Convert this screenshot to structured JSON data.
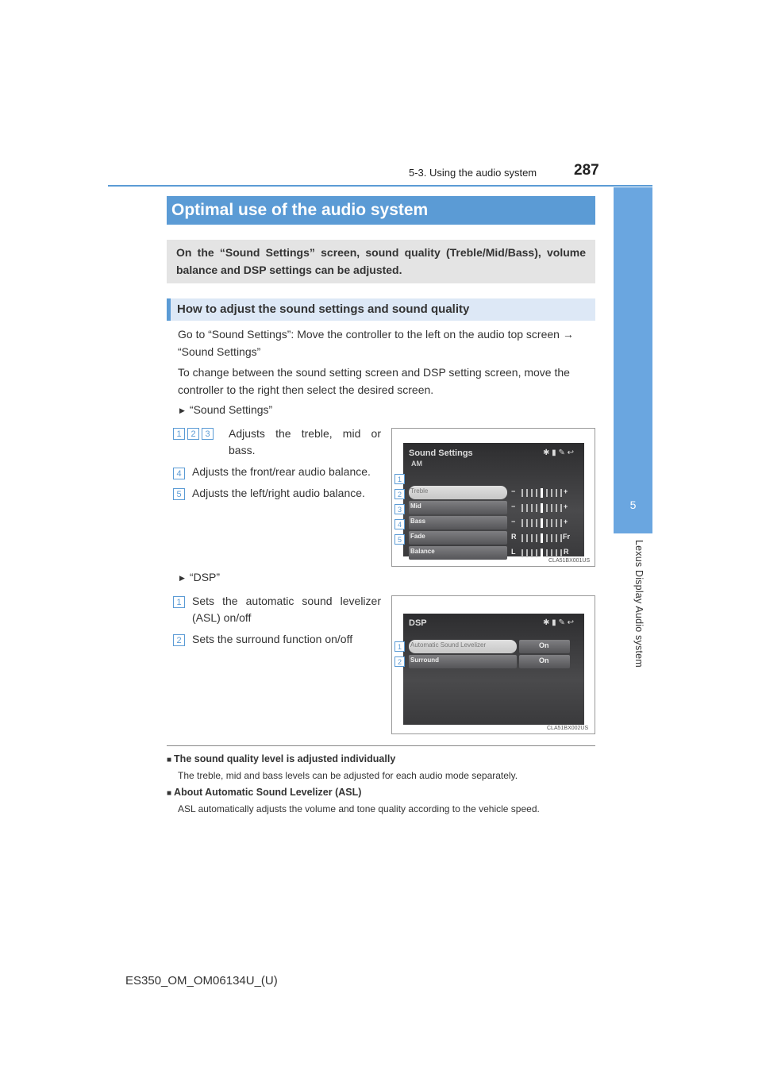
{
  "header": {
    "section": "5-3. Using the audio system",
    "page_number": "287"
  },
  "side_tab": {
    "chapter_number": "5",
    "chapter_title": "Lexus Display Audio system"
  },
  "title": "Optimal use of the audio system",
  "intro": "On the “Sound Settings” screen, sound quality (Treble/Mid/Bass), volume balance and DSP settings can be adjusted.",
  "subheading": "How to adjust the sound settings and sound quality",
  "paragraphs": [
    "Go to “Sound Settings”: Move the controller to the left on the audio top screen → “Sound Settings”",
    "To change between the sound setting screen and DSP setting screen, move the controller to the right then select the desired screen."
  ],
  "sound_settings": {
    "bullet": "“Sound Settings”",
    "items": [
      {
        "nums": [
          "1",
          "2",
          "3"
        ],
        "text": "Adjusts the treble, mid or bass."
      },
      {
        "nums": [
          "4"
        ],
        "text": "Adjusts the front/rear audio balance."
      },
      {
        "nums": [
          "5"
        ],
        "text": "Adjusts the left/right audio balance."
      }
    ],
    "screen": {
      "title": "Sound Settings",
      "source": "AM",
      "rows": [
        {
          "num": "1",
          "label": "Treble",
          "left": "−",
          "right": "+"
        },
        {
          "num": "2",
          "label": "Mid",
          "left": "−",
          "right": "+"
        },
        {
          "num": "3",
          "label": "Bass",
          "left": "−",
          "right": "+"
        },
        {
          "num": "4",
          "label": "Fade",
          "left": "R",
          "right": "Fr"
        },
        {
          "num": "5",
          "label": "Balance",
          "left": "L",
          "right": "R"
        }
      ],
      "caption": "CLA51BX001US"
    }
  },
  "dsp": {
    "bullet": "“DSP”",
    "items": [
      {
        "nums": [
          "1"
        ],
        "text": "Sets the automatic sound levelizer (ASL) on/off"
      },
      {
        "nums": [
          "2"
        ],
        "text": "Sets the surround function on/off"
      }
    ],
    "screen": {
      "title": "DSP",
      "rows": [
        {
          "num": "1",
          "label": "Automatic Sound Levelizer",
          "value": "On"
        },
        {
          "num": "2",
          "label": "Surround",
          "value": "On"
        }
      ],
      "caption": "CLA51BX002US"
    }
  },
  "notes": [
    {
      "title": "The sound quality level is adjusted individually",
      "body": "The treble, mid and bass levels can be adjusted for each audio mode separately."
    },
    {
      "title": "About Automatic Sound Levelizer (ASL)",
      "body": "ASL automatically adjusts the volume and tone quality according to the vehicle speed."
    }
  ],
  "footer": "ES350_OM_OM06134U_(U)"
}
